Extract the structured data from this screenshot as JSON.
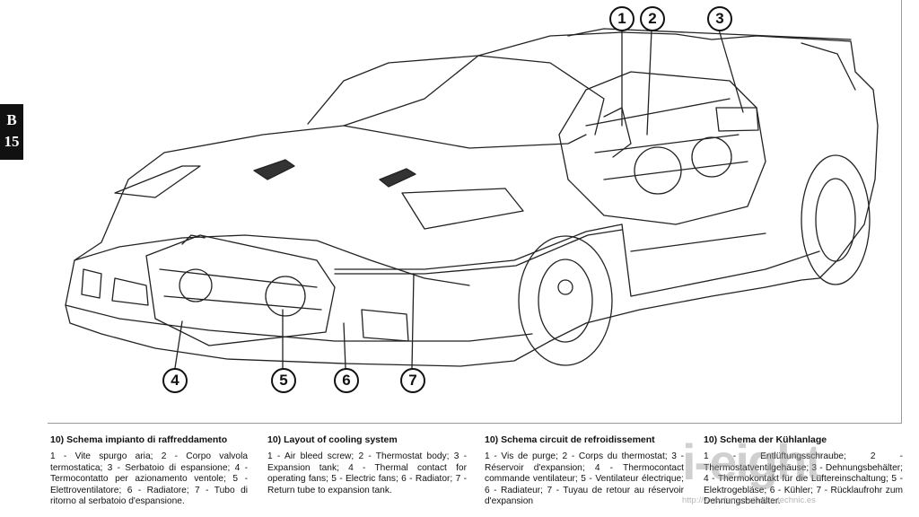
{
  "section_tab": {
    "letter": "B",
    "number": "15"
  },
  "callouts": [
    "1",
    "2",
    "3",
    "4",
    "5",
    "6",
    "7"
  ],
  "captions": [
    {
      "title": "10) Schema impianto di raffreddamento",
      "body": "1 - Vite spurgo aria; 2 - Corpo valvola termostatica; 3 - Serbatoio di espansione; 4 - Termocontatto per azionamento ventole; 5 - Elettroventilatore; 6 - Radiatore; 7 - Tubo di ritorno al serbatoio d'espansione."
    },
    {
      "title": "10) Layout of cooling system",
      "body": "1 - Air bleed screw; 2 - Thermostat body; 3 - Expansion tank; 4 - Thermal contact for operating fans; 5 - Electric fans; 6 - Radiator; 7 - Return tube to expansion tank."
    },
    {
      "title": "10) Schema circuit de refroidissement",
      "body": "1 - Vis de purge; 2 - Corps du thermostat; 3 - Réservoir d'expansion; 4 - Thermocontact commande ventilateur; 5 - Ventilateur électrique; 6 - Radiateur; 7 - Tuyau de retour au réservoir d'expansion"
    },
    {
      "title": "10) Schema der Kühlanlage",
      "body": "1 - Entlüftungsschraube; 2 - Thermostatventilgehäuse; 3 - Dehnungsbehälter; 4 - Thermokontakt für die Lüftereinschaltung; 5 - Elektrogebläse; 6 - Kühler; 7 - Rücklaufrohr zum Dehnungsbehälter."
    }
  ],
  "watermark": {
    "logo": "i-eight",
    "url": "http://www.ferrari-classic-technic.es"
  }
}
